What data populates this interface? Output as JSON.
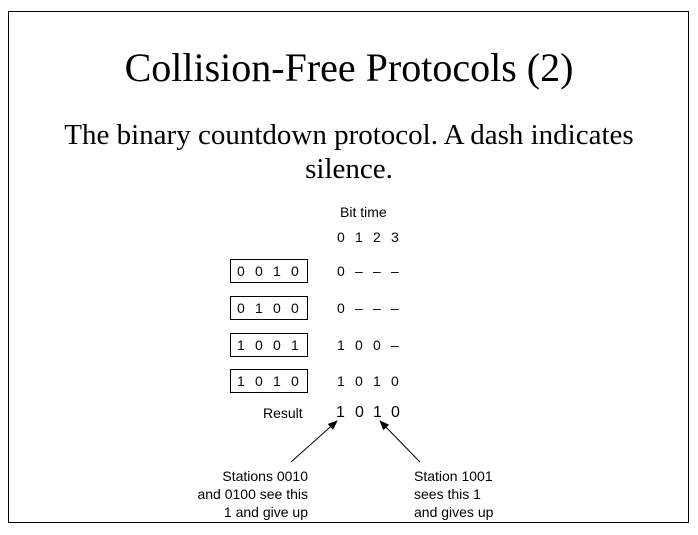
{
  "slide": {
    "title": "Collision-Free Protocols (2)",
    "subtitle_line1": "The binary countdown protocol.  A dash indicates",
    "subtitle_line2": "silence."
  },
  "diagram": {
    "bit_time_label": "Bit time",
    "bit_positions": [
      "0",
      "1",
      "2",
      "3"
    ],
    "stations": [
      {
        "address": [
          "0",
          "0",
          "1",
          "0"
        ],
        "output": [
          "0",
          "–",
          "–",
          "–"
        ]
      },
      {
        "address": [
          "0",
          "1",
          "0",
          "0"
        ],
        "output": [
          "0",
          "–",
          "–",
          "–"
        ]
      },
      {
        "address": [
          "1",
          "0",
          "0",
          "1"
        ],
        "output": [
          "1",
          "0",
          "0",
          "–"
        ]
      },
      {
        "address": [
          "1",
          "0",
          "1",
          "0"
        ],
        "output": [
          "1",
          "0",
          "1",
          "0"
        ]
      }
    ],
    "result_label": "Result",
    "result_bits": [
      "1",
      "0",
      "1",
      "0"
    ],
    "annotation_left": [
      "Stations 0010",
      "and 0100 see this",
      "1 and give up"
    ],
    "annotation_right": [
      "Station 1001",
      "sees this 1",
      "and gives up"
    ]
  }
}
